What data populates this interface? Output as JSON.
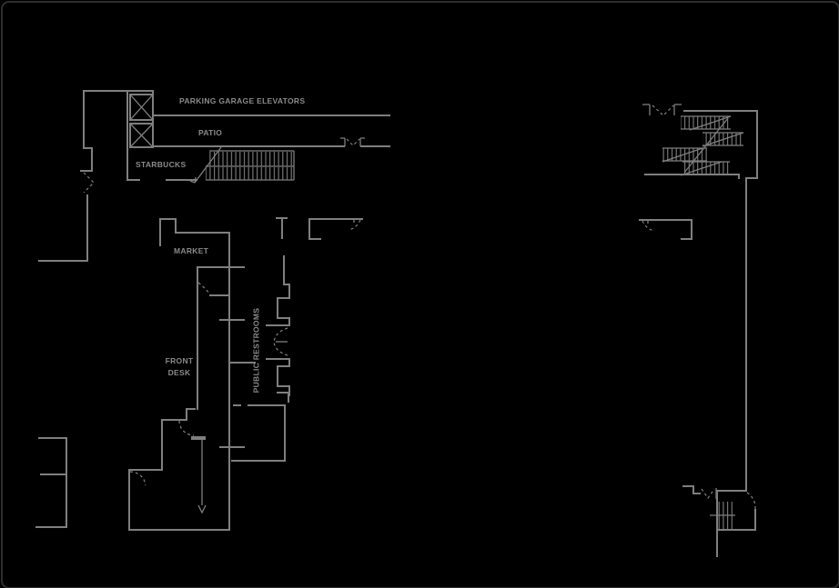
{
  "theme": {
    "bg": "#000000",
    "frame": "#2e2e2e",
    "line": "#7f7f7f",
    "text": "#8a8a8a"
  },
  "floorplan": {
    "labels": {
      "parking_garage_elevators": "PARKING GARAGE ELEVATORS",
      "patio": "PATIO",
      "starbucks": "STARBUCKS",
      "market": "MARKET",
      "front_desk": "FRONT DESK",
      "public_restrooms": "PUBLIC RESTROOMS"
    },
    "icons": {
      "elevator": "elevator-x-icon",
      "staircase": "stair-treads-icon",
      "door": "door-swing-icon"
    }
  }
}
